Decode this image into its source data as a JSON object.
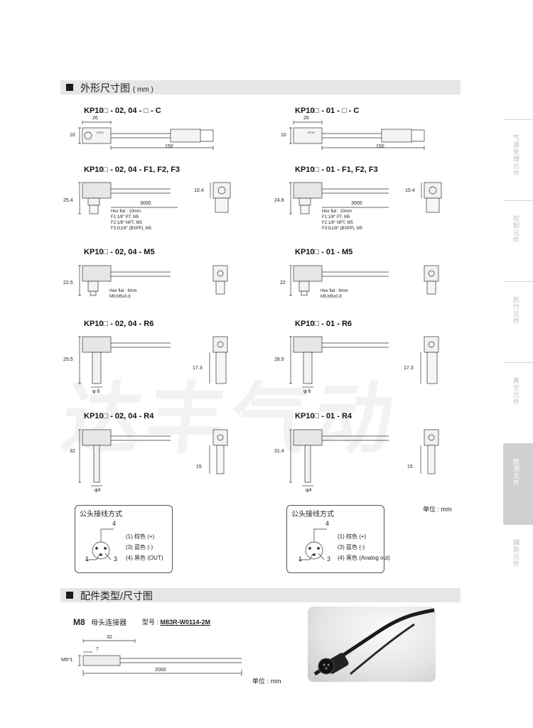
{
  "sections": {
    "dimensions": {
      "title": "外形尺寸图",
      "unit": "( mm )"
    },
    "accessories": {
      "title": "配件类型/尺寸图"
    }
  },
  "models": {
    "c_left": "KP10□ - 02, 04 - □ - C",
    "c_right": "KP10□ - 01 - □ - C",
    "f_left": "KP10□ - 02, 04 - F1, F2, F3",
    "f_right": "KP10□ - 01 - F1, F2, F3",
    "m5_left": "KP10□ - 02, 04 - M5",
    "m5_right": "KP10□ - 01 - M5",
    "r6_left": "KP10□ - 02, 04 - R6",
    "r6_right": "KP10□ - 01 - R6",
    "r4_left": "KP10□ - 02, 04 - R4",
    "r4_right": "KP10□ - 01 - R4"
  },
  "dims": {
    "c_w": "26",
    "c_h": "10",
    "c_len": "150",
    "c_label": "KP10",
    "f_h_left": "25.4",
    "f_h_right": "24.8",
    "f_side": "10.4",
    "f_len": "3000",
    "m5_h_left": "22.5",
    "m5_h_right": "22",
    "r6_h_left": "29.5",
    "r6_h_right": "28.9",
    "r6_side": "17.3",
    "r6_dia": "φ 6",
    "r4_h_left": "32",
    "r4_h_right": "31.4",
    "r4_side": "15",
    "r4_dia": "φ4"
  },
  "notes": {
    "f_hex": "Hex flat : 10mm",
    "f_thread1": "F1:1/8\" PT, M5",
    "f_thread2": "F2:1/8\" NPT, M5",
    "f_thread3": "F3:G1/8\" (BSPP), M5",
    "m5_hex": "Hex flat : 8mm",
    "m5_thread": "M5:M5x0.8"
  },
  "unit_label": "单位 : mm",
  "wiring_left": {
    "title": "公头接线方式",
    "pin4": "4",
    "pin1": "1",
    "pin3": "3",
    "l1": "(1) 棕色 (+)",
    "l2": "(3) 蓝色 (-)",
    "l3": "(4) 黑色 (OUT)"
  },
  "wiring_right": {
    "title": "公头接线方式",
    "pin4": "4",
    "pin1": "1",
    "pin3": "3",
    "l1": "(1) 棕色 (+)",
    "l2": "(3) 蓝色 (-)",
    "l3": "(4) 黑色 (Analog out)"
  },
  "accessory": {
    "type": "M8",
    "name": "母头连接器",
    "model_label": "型号 :",
    "model": "M83R-W0114-2M",
    "d32": "32",
    "d7": "7",
    "d_m8": "M8*1",
    "d2000": "2000",
    "unit": "单位 : mm"
  },
  "sidebar": [
    "气源处理元件",
    "控制元件",
    "执行元件",
    "真空元件",
    "检测元件",
    "辅助元件"
  ],
  "watermark": "达丰气动",
  "colors": {
    "section_bar": "#e6e6e6",
    "sidebar_active": "#d0d0d0"
  }
}
